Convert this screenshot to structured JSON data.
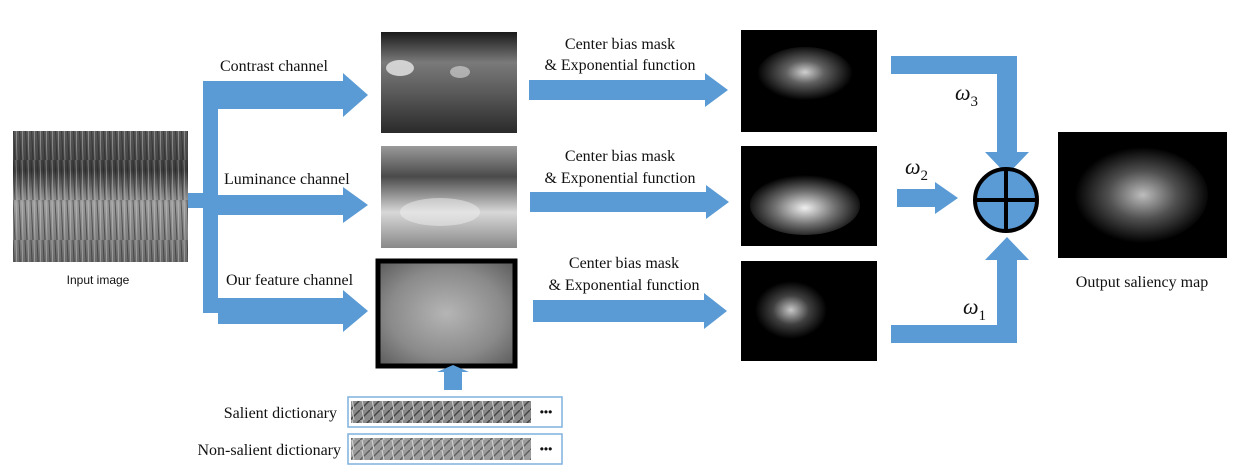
{
  "colors": {
    "arrow": "#5B9BD5",
    "panel_dark": "#000000",
    "panel_gray": "#808080",
    "dictionary_border": "#7FB0DD"
  },
  "input": {
    "label": "Input image"
  },
  "channels": [
    {
      "label": "Contrast channel"
    },
    {
      "label": "Luminance channel"
    },
    {
      "label": "Our feature channel"
    }
  ],
  "process": {
    "line1": "Center bias mask",
    "line2": "& Exponential function"
  },
  "weights": [
    {
      "symbol": "ω",
      "subscript": "3"
    },
    {
      "symbol": "ω",
      "subscript": "2"
    },
    {
      "symbol": "ω",
      "subscript": "1"
    }
  ],
  "combine": {
    "icon": "circled-plus-icon"
  },
  "output": {
    "label": "Output saliency map"
  },
  "dictionaries": [
    {
      "label": "Salient dictionary",
      "ellipsis": "•••"
    },
    {
      "label": "Non-salient dictionary",
      "ellipsis": "•••"
    }
  ]
}
